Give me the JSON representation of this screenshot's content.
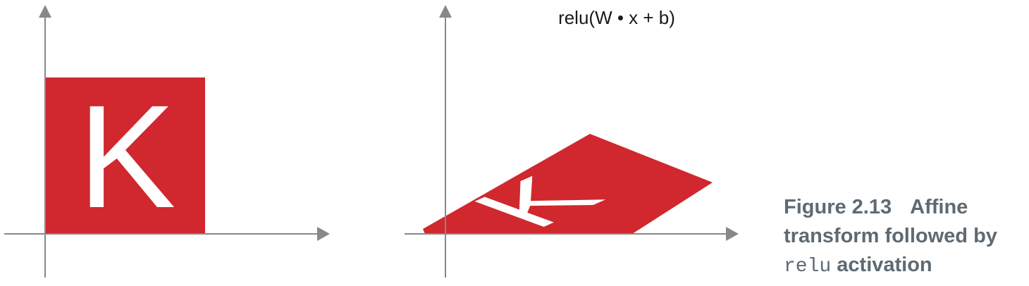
{
  "formula": "relu(W • x + b)",
  "left_plot": {
    "letter": "K"
  },
  "right_plot": {
    "letter": "K"
  },
  "caption": {
    "figure_label": "Figure 2.13",
    "title_line1": "Affine",
    "title_line2": "transform followed by",
    "code_word": "relu",
    "title_line3_rest": " activation"
  },
  "colors": {
    "axis": "#888888",
    "shape_fill": "#d1272e",
    "letter": "#ffffff",
    "caption_text": "#5e6a73",
    "formula_text": "#1a1a1a"
  },
  "icons": {
    "arrow_head": "triangle-arrow-icon"
  }
}
